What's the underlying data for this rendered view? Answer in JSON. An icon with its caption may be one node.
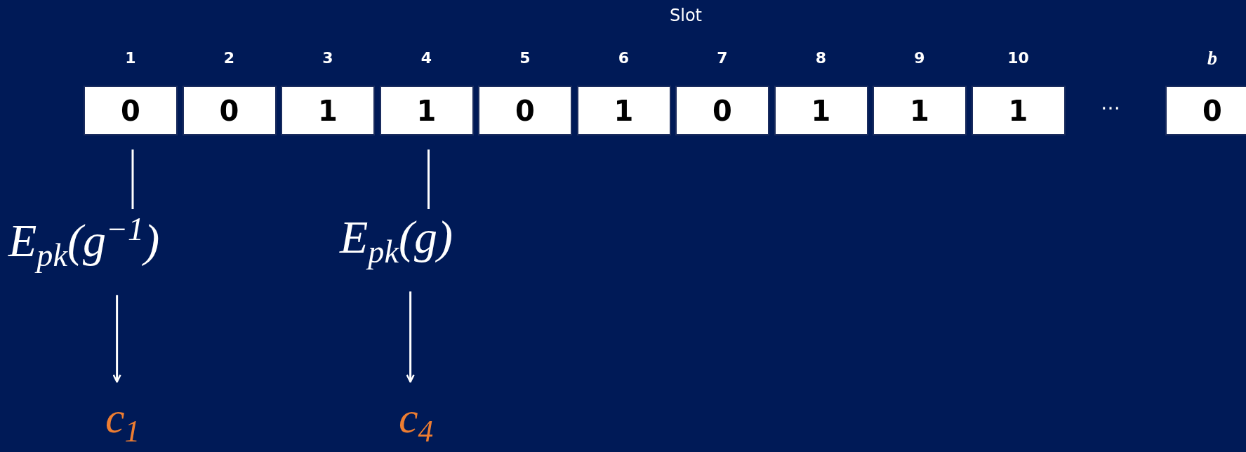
{
  "diagram": {
    "nodes": [
      {
        "text": [
          "0"
        ],
        "beside": [
          "1"
        ]
      },
      {
        "text": [
          "0"
        ],
        "beside": [
          "2"
        ]
      },
      {
        "text": [
          "1"
        ],
        "beside": [
          "3"
        ]
      },
      {
        "text": [
          "1"
        ],
        "beside": [
          "4"
        ]
      },
      {
        "text": [
          "0"
        ],
        "beside": [
          "5"
        ]
      },
      {
        "text": [
          "1"
        ],
        "beside": [
          "6"
        ]
      },
      {
        "text": [
          "0"
        ],
        "beside": [
          "7"
        ]
      },
      {
        "text": [
          "1"
        ],
        "beside": [
          "8"
        ]
      },
      {
        "text": [
          "1"
        ],
        "beside": [
          "9"
        ]
      },
      {
        "text": [
          "1"
        ],
        "beside": [
          "10"
        ]
      },
      {
        "text": [
          "0"
        ],
        "beside": [
          "b"
        ]
      },
      {
        "text": [
          "E$_{pk}$(g$^{−1}$)"
        ]
      },
      {
        "text": [
          "E$_{pk}$(g)"
        ]
      },
      {
        "text": [
          "c$_{1}$"
        ]
      },
      {
        "text": [
          "c$_{4}$"
        ]
      }
    ],
    "edges": [
      {
        "from": 0,
        "to": 11,
        "arrow": "none"
      },
      {
        "from": 3,
        "to": 12,
        "arrow": "none"
      },
      {
        "from": 11,
        "to": 13,
        "arrow": "to"
      },
      {
        "from": 12,
        "to": 14,
        "arrow": "to"
      }
    ],
    "labels": [
      "Slot",
      "…"
    ]
  }
}
